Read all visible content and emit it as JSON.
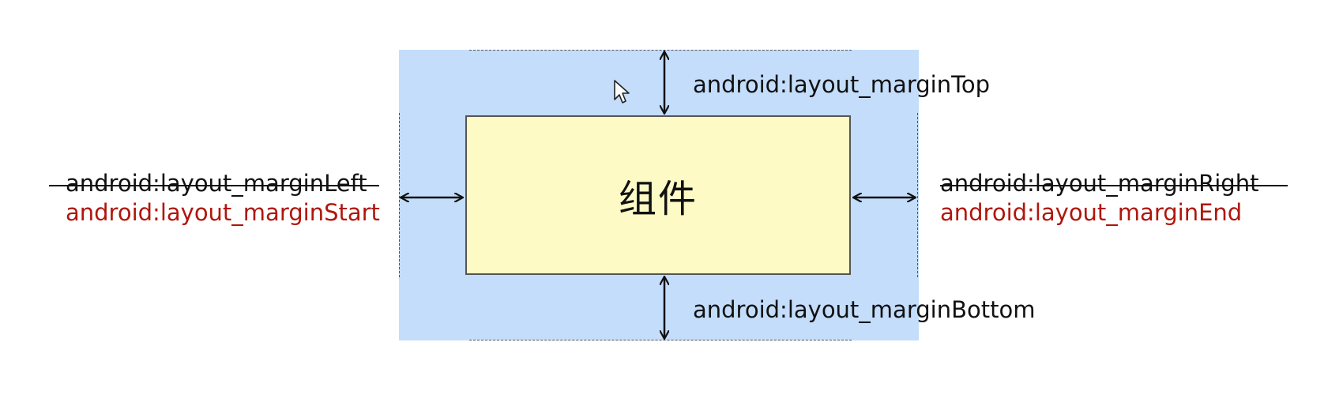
{
  "component": {
    "label": "组件"
  },
  "labels": {
    "top": "android:layout_marginTop",
    "bottom": "android:layout_marginBottom",
    "left_deprecated": "android:layout_marginLeft",
    "left_modern": "android:layout_marginStart",
    "right_deprecated": "android:layout_marginRight",
    "right_modern": "android:layout_marginEnd"
  },
  "colors": {
    "margin_area": "#c3ddfb",
    "component_fill": "#fdfac6",
    "modern_text": "#b0160c",
    "text": "#111111"
  },
  "icons": {
    "arrow": "double-headed-arrow-icon",
    "cursor": "mouse-pointer-icon"
  }
}
